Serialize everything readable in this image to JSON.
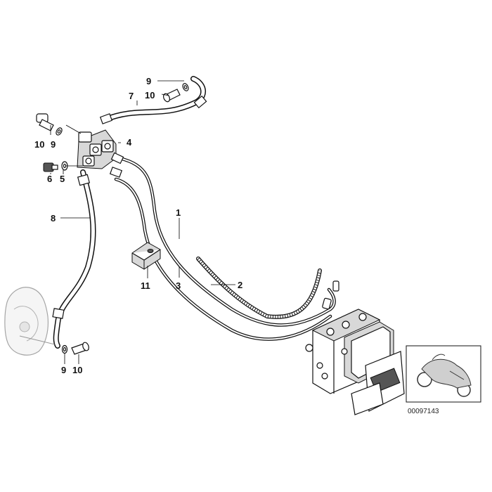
{
  "diagram": {
    "labels": {
      "p1": "1",
      "p2": "2",
      "p3": "3",
      "p4": "4",
      "p5": "5",
      "p6": "6",
      "p7": "7",
      "p8": "8",
      "p9a": "9",
      "p9b": "9",
      "p9c": "9",
      "p10a": "10",
      "p10b": "10",
      "p10c": "10",
      "p11": "11"
    },
    "doc_id": "00097143"
  }
}
